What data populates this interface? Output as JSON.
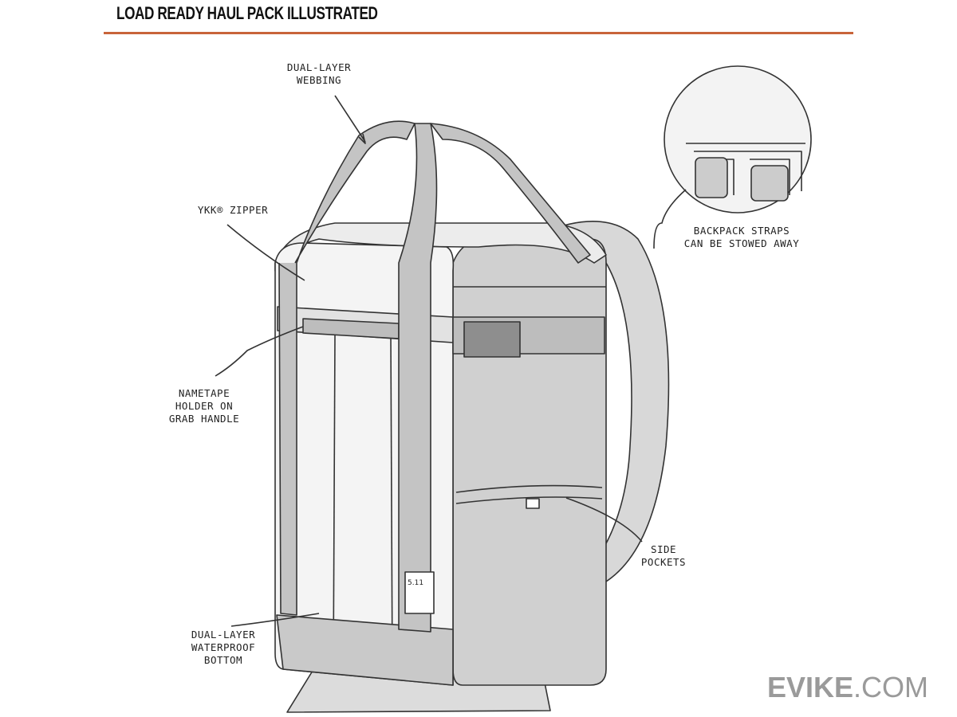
{
  "header": {
    "title": "LOAD READY HAUL PACK ILLUSTRATED",
    "accent_color": "#c8643a"
  },
  "callouts": {
    "webbing": [
      "DUAL-LAYER",
      "WEBBING"
    ],
    "zipper": [
      "YKK® ZIPPER"
    ],
    "straps": [
      "BACKPACK STRAPS",
      "CAN BE STOWED AWAY"
    ],
    "nametape": [
      "NAMETAPE",
      "HOLDER ON",
      "GRAB HANDLE"
    ],
    "pockets": [
      "SIDE",
      "POCKETS"
    ],
    "bottom": [
      "DUAL-LAYER",
      "WATERPROOF",
      "BOTTOM"
    ]
  },
  "product_tag": "5.11",
  "watermark": {
    "bold": "EVIKE",
    "light": ".COM"
  }
}
